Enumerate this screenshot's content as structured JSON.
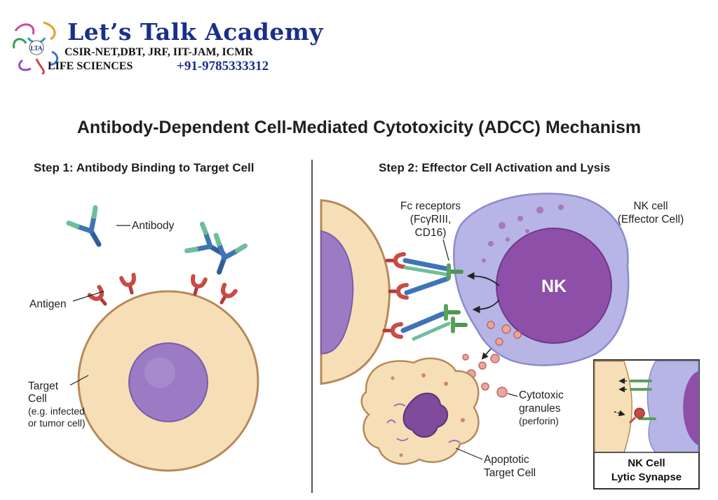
{
  "brand": {
    "name": "Let’s Talk Academy",
    "exams": "CSIR-NET,DBT, JRF, IIT-JAM, ICMR",
    "subject": "LIFE SCIENCES",
    "phone": "+91-9785333312",
    "logo_text": "LTA"
  },
  "title": "Antibody-Dependent Cell-Mediated Cytotoxicity (ADCC) Mechanism",
  "step1": {
    "title": "Step 1: Antibody Binding to Target Cell",
    "labels": {
      "antibody": "Antibody",
      "antigen": "Antigen",
      "target_line1": "Target",
      "target_line2": "Cell",
      "target_line3": "(e.g. infected",
      "target_line4": "or tumor cell)"
    }
  },
  "step2": {
    "title": "Step 2: Effector Cell Activation and Lysis",
    "labels": {
      "fc_line1": "Fc receptors",
      "fc_line2": "(FcγRIII,",
      "fc_line3": "CD16)",
      "nk_cell_line1": "NK cell",
      "nk_cell_line2": "(Effector Cell)",
      "nk_nucleus": "NK",
      "granules_line1": "Cytotoxic",
      "granules_line2": "granules",
      "granules_line3": "(perforin)",
      "apoptotic_line1": "Apoptotic",
      "apoptotic_line2": "Target Cell"
    },
    "inset": {
      "title_line1": "NK Cell",
      "title_line2": "Lytic Synapse"
    }
  },
  "colors": {
    "brand_blue": "#1a2f8c",
    "cell_fill": "#f6dfb7",
    "cell_stroke": "#b7895a",
    "nucleus": "#9b7bc4",
    "nk_fill": "#b6b5e6",
    "antibody_blue": "#3f74b6",
    "antibody_green": "#6fbe9b",
    "antigen_red": "#c94b44",
    "receptor_green": "#5aa15a"
  }
}
